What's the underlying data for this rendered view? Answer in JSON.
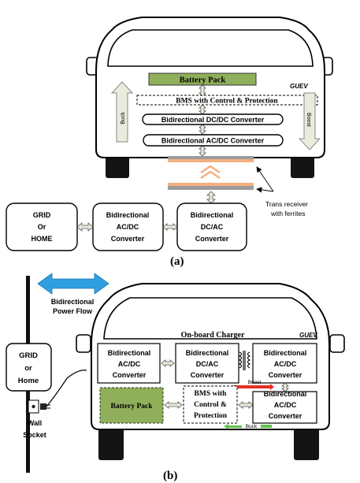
{
  "figure_a": {
    "caption": "(a)",
    "vehicle_label": "GUEV",
    "battery_pack": "Battery Pack",
    "bms": "BMS with Control & Protection",
    "dcdc": "Bidirectional DC/DC Converter",
    "acdc": "Bidirectional AC/DC Converter",
    "buck": "Buck",
    "boost": "Boost",
    "grid_line1": "GRID",
    "grid_line2": "Or",
    "grid_line3": "HOME",
    "conv1_line1": "Bidirectional",
    "conv1_line2": "AC/DC",
    "conv1_line3": "Converter",
    "conv2_line1": "Bidirectional",
    "conv2_line2": "DC/AC",
    "conv2_line3": "Converter",
    "trans_line1": "Trans receiver",
    "trans_line2": "with ferrites"
  },
  "figure_b": {
    "caption": "(b)",
    "power_flow_line1": "Bidirectional",
    "power_flow_line2": "Power Flow",
    "grid_line1": "GRID",
    "grid_line2": "or",
    "grid_line3": "Home",
    "socket_line1": "Wall",
    "socket_line2": "Socket",
    "onboard_charger": "On-board Charger",
    "vehicle_label": "GUEV",
    "conv_acdc_left_line1": "Bidirectional",
    "conv_acdc_left_line2": "AC/DC",
    "conv_acdc_left_line3": "Converter",
    "conv_dcac_line1": "Bidirectional",
    "conv_dcac_line2": "DC/AC",
    "conv_dcac_line3": "Converter",
    "conv_acdc_right_line1": "Bidirectional",
    "conv_acdc_right_line2": "AC/DC",
    "conv_acdc_right_line3": "Converter",
    "battery_pack": "Battery Pack",
    "bms_line1": "BMS with",
    "bms_line2": "Control &",
    "bms_line3": "Protection",
    "conv_acdc_lower_line1": "Bidirectional",
    "conv_acdc_lower_line2": "AC/DC",
    "conv_acdc_lower_line3": "Converter",
    "boost": "Boost",
    "buck": "Buck"
  },
  "colors": {
    "battery_green": "#8faf5a",
    "arrow_fill": "#e9ecdc",
    "flow_blue": "#2f9fe0",
    "ferrite_orange": "#f3b07f",
    "plate_gray": "#9c9c9c",
    "boost_red": "#e53022",
    "buck_green": "#5fc24a"
  }
}
